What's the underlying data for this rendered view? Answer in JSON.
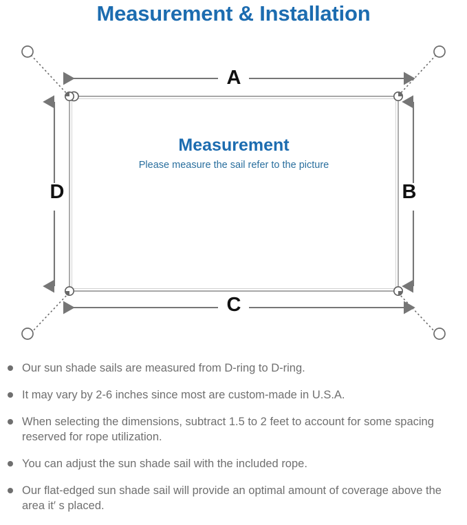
{
  "page": {
    "title": "Measurement & Installation",
    "background_color": "#ffffff",
    "accent_blue": "#1c6cb0",
    "line_gray": "#767676",
    "text_gray": "#6f6f6f"
  },
  "diagram": {
    "center_heading": "Measurement",
    "center_subtitle": "Please measure the sail refer to the picture",
    "dimensions": {
      "top": "A",
      "right": "B",
      "bottom": "C",
      "left": "D"
    },
    "corner_ring_label": "d-ring",
    "anchor_label": "anchor-point"
  },
  "notes": [
    {
      "text": "Our sun shade sails are measured from D-ring to D-ring."
    },
    {
      "text": "It may vary by 2-6 inches since most are custom-made in U.S.A."
    },
    {
      "text": "When selecting the dimensions, subtract 1.5 to 2 feet to account for some spacing reserved for rope utilization."
    },
    {
      "text": "You can adjust the sun shade sail with the included rope."
    },
    {
      "text": "Our flat-edged sun shade sail will provide an optimal amount of coverage above the area it′ s placed."
    }
  ]
}
